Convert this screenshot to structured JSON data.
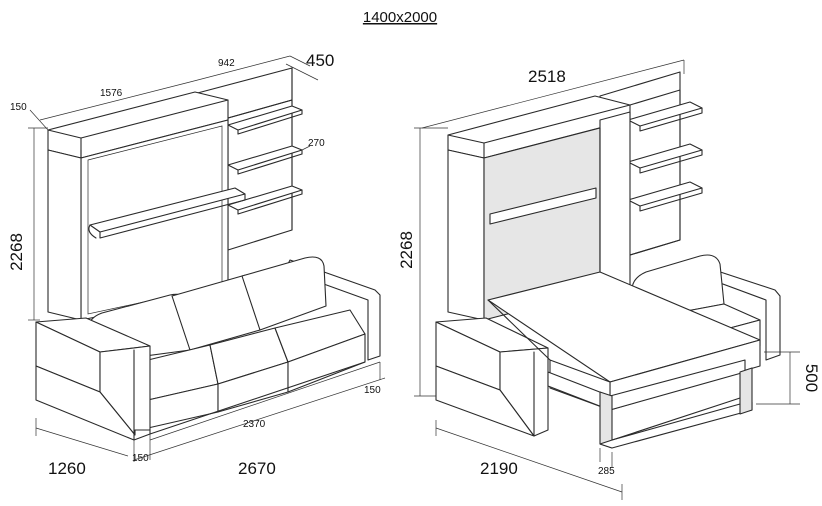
{
  "title": "1400x2000",
  "left_view": {
    "depth_total": "1260",
    "width_total": "2670",
    "sofa_width": "2370",
    "armrest_left": "150",
    "armrest_right": "150",
    "height": "2268",
    "top_thickness": "150",
    "bed_cabinet_width": "1576",
    "shelf_width": "942",
    "shelf_depth": "450",
    "shelf_gap": "270"
  },
  "right_view": {
    "total_width": "2518",
    "height": "2268",
    "bed_depth_open": "2190",
    "leg_offset": "285",
    "bed_height": "500"
  }
}
